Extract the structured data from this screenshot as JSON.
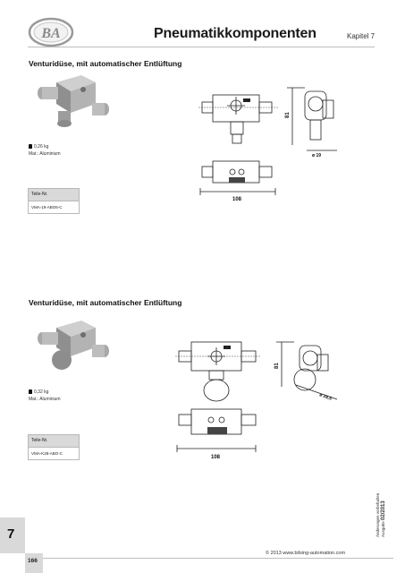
{
  "header": {
    "logo_text": "BA",
    "title": "Pneumatikkomponenten",
    "chapter": "Kapitel 7"
  },
  "sections": [
    {
      "title": "Venturidüse, mit automatischer Entlüftung",
      "weight": "0,26 kg",
      "material": "Mat.: Aluminium",
      "part_label": "Teile-Nr.",
      "part_number": "VMA-19-ABO6-C",
      "dims": {
        "width": "108",
        "height": "81",
        "port": "ø 19"
      }
    },
    {
      "title": "Venturidüse, mit automatischer Entlüftung",
      "weight": "0,32 kg",
      "material": "Mat.: Aluminium",
      "part_label": "Teile-Nr.",
      "part_number": "VMA-K28-ABO-C",
      "dims": {
        "width": "108",
        "height": "81",
        "port": "ø 28,5"
      }
    }
  ],
  "side_tab": "7",
  "page_number": "166",
  "footer": {
    "url": "© 2013 www.bilsing-automation.com",
    "note_line1": "Änderungen vorbehalten",
    "note_line2_label": "Ausgabe",
    "note_line2_value": "02/2013"
  },
  "colors": {
    "accent_gray": "#d9d9d9",
    "line_gray": "#bdbdbd",
    "part_gray": "#9e9e9e"
  }
}
